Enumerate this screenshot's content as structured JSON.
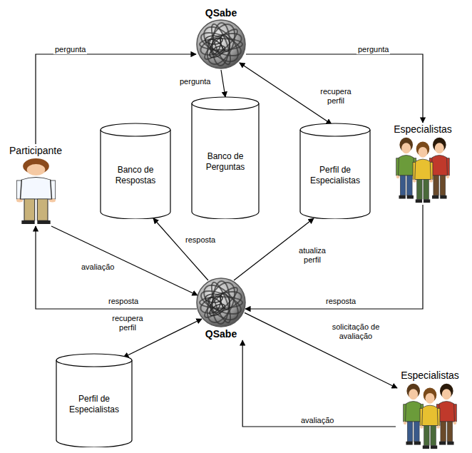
{
  "diagram": {
    "nodes": [
      {
        "text": [
          "QSabe"
        ]
      },
      {
        "text": [
          "Participante"
        ]
      },
      {
        "text": [
          "Banco de Respostas"
        ]
      },
      {
        "text": [
          "Banco de Perguntas"
        ]
      },
      {
        "text": [
          "Perfil de Especialistas"
        ]
      },
      {
        "text": [
          "Especialistas"
        ]
      },
      {
        "text": [
          "QSabe"
        ]
      },
      {
        "text": [
          "Perfil de Especialistas"
        ]
      },
      {
        "text": [
          "Especialistas"
        ]
      }
    ],
    "edges": [
      {
        "from": 1,
        "to": 0,
        "label": "pergunta",
        "arrow": "to"
      },
      {
        "from": 0,
        "to": 5,
        "label": "pergunta",
        "arrow": "to"
      },
      {
        "from": 0,
        "to": 3,
        "label": "pergunta",
        "arrow": "to"
      },
      {
        "from": 0,
        "to": 4,
        "label": "recupera perfil",
        "arrow": "both"
      },
      {
        "from": 1,
        "to": 6,
        "label": "avaliação",
        "arrow": "to"
      },
      {
        "from": 6,
        "to": 1,
        "label": "resposta",
        "arrow": "to"
      },
      {
        "from": 5,
        "to": 6,
        "label": "resposta",
        "arrow": "to"
      },
      {
        "from": 6,
        "to": 2,
        "label": "resposta",
        "arrow": "to"
      },
      {
        "from": 6,
        "to": 4,
        "label": "atualiza perfil",
        "arrow": "to"
      },
      {
        "from": 6,
        "to": 7,
        "label": "recupera perfil",
        "arrow": "both"
      },
      {
        "from": 6,
        "to": 8,
        "label": "solicitação de avaliação",
        "arrow": "to"
      },
      {
        "from": 8,
        "to": 6,
        "label": "avaliação",
        "arrow": "to"
      }
    ]
  }
}
